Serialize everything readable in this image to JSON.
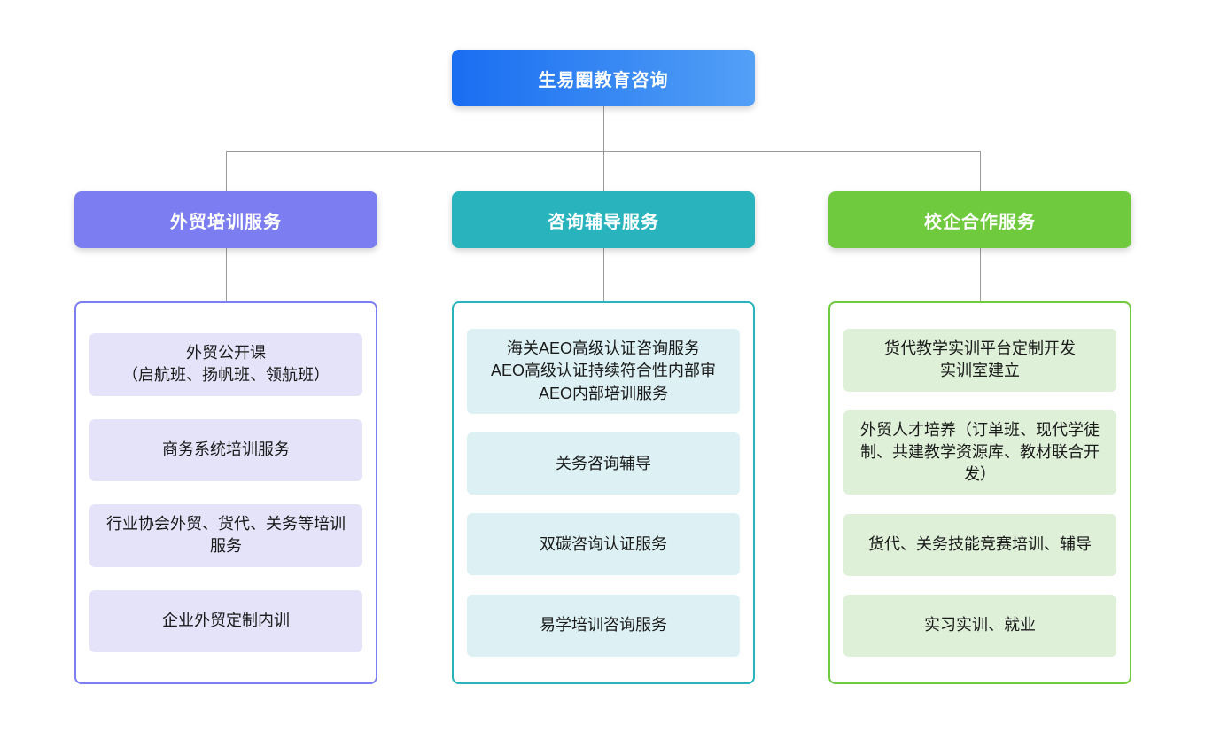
{
  "root": {
    "label": "生易圈教育咨询"
  },
  "branches": [
    {
      "label": "外贸培训服务",
      "items": [
        "外贸公开课\n（启航班、扬帆班、领航班）",
        "商务系统培训服务",
        "行业协会外贸、货代、关务等培训服务",
        "企业外贸定制内训"
      ]
    },
    {
      "label": "咨询辅导服务",
      "items": [
        "海关AEO高级认证咨询服务\nAEO高级认证持续符合性内部审\nAEO内部培训服务",
        "关务咨询辅导",
        "双碳咨询认证服务",
        "易学培训咨询服务"
      ]
    },
    {
      "label": "校企合作服务",
      "items": [
        "货代教学实训平台定制开发\n实训室建立",
        "外贸人才培养（订单班、现代学徒制、共建教学资源库、教材联合开发）",
        "货代、关务技能竞赛培训、辅导",
        "实习实训、就业"
      ]
    }
  ],
  "colors": {
    "root_gradient_start": "#1a6df1",
    "root_gradient_end": "#52a0f6",
    "branch1_accent": "#7b7df1",
    "branch1_item_bg": "#e4e3f9",
    "branch2_accent": "#29b4bd",
    "branch2_item_bg": "#ddf1f4",
    "branch3_accent": "#6fca3d",
    "branch3_item_bg": "#def0d8",
    "connector": "#9b9b9b",
    "background": "#ffffff"
  }
}
